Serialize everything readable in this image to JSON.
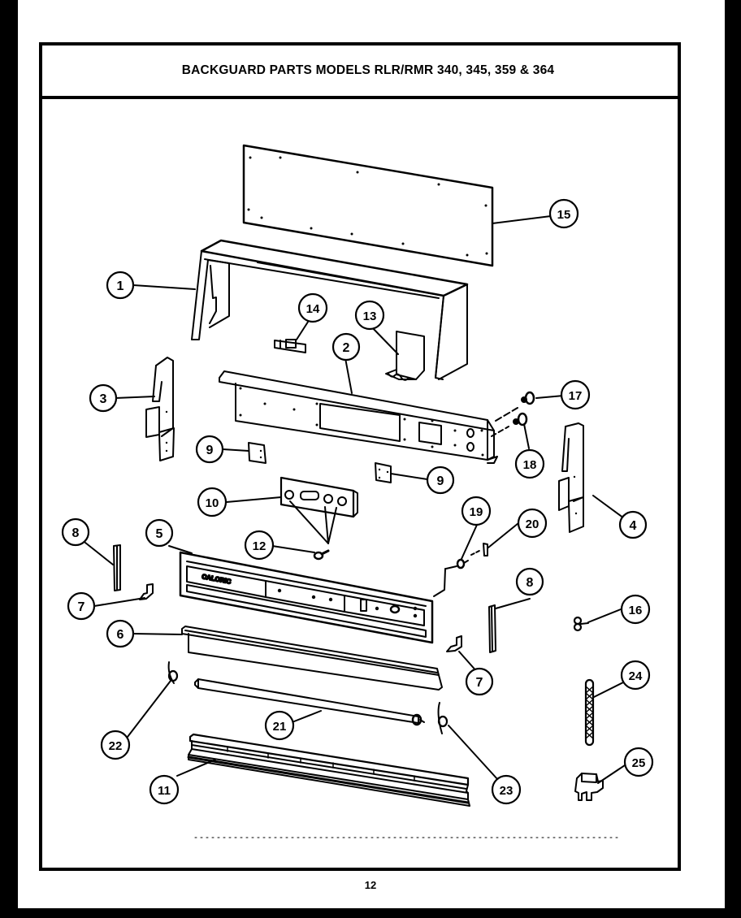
{
  "document": {
    "title": "BACKGUARD PARTS MODELS RLR/RMR 340, 345, 359 & 364",
    "page_number": "12",
    "panel_brand_label": "CALORIC"
  },
  "callouts": [
    {
      "id": "1",
      "label": "1",
      "part": "backguard-housing"
    },
    {
      "id": "2",
      "label": "2",
      "part": "control-panel-bracket"
    },
    {
      "id": "3",
      "label": "3",
      "part": "left-end-bracket"
    },
    {
      "id": "4",
      "label": "4",
      "part": "right-end-bracket"
    },
    {
      "id": "5",
      "label": "5",
      "part": "control-panel-front"
    },
    {
      "id": "6",
      "label": "6",
      "part": "trim-channel"
    },
    {
      "id": "7a",
      "label": "7",
      "part": "clip-left"
    },
    {
      "id": "7b",
      "label": "7",
      "part": "clip-right"
    },
    {
      "id": "8a",
      "label": "8",
      "part": "trim-strip-left"
    },
    {
      "id": "8b",
      "label": "8",
      "part": "trim-strip-right"
    },
    {
      "id": "9a",
      "label": "9",
      "part": "spacer-left"
    },
    {
      "id": "9b",
      "label": "9",
      "part": "spacer-right"
    },
    {
      "id": "10",
      "label": "10",
      "part": "switch-block"
    },
    {
      "id": "11",
      "label": "11",
      "part": "light-lens-assembly"
    },
    {
      "id": "12",
      "label": "12",
      "part": "screw"
    },
    {
      "id": "13",
      "label": "13",
      "part": "mounting-bracket"
    },
    {
      "id": "14",
      "label": "14",
      "part": "terminal-block"
    },
    {
      "id": "15",
      "label": "15",
      "part": "rear-panel"
    },
    {
      "id": "16",
      "label": "16",
      "part": "knob-shaft"
    },
    {
      "id": "17",
      "label": "17",
      "part": "indicator-light"
    },
    {
      "id": "18",
      "label": "18",
      "part": "indicator-light-socket"
    },
    {
      "id": "19",
      "label": "19",
      "part": "pilot-lamp"
    },
    {
      "id": "20",
      "label": "20",
      "part": "lamp-clip"
    },
    {
      "id": "21",
      "label": "21",
      "part": "fluorescent-tube"
    },
    {
      "id": "22",
      "label": "22",
      "part": "lamp-holder-left"
    },
    {
      "id": "23",
      "label": "23",
      "part": "lamp-holder-right"
    },
    {
      "id": "24",
      "label": "24",
      "part": "wire-sleeve"
    },
    {
      "id": "25",
      "label": "25",
      "part": "connector"
    }
  ],
  "colors": {
    "ink": "#000000",
    "paper": "#ffffff"
  }
}
